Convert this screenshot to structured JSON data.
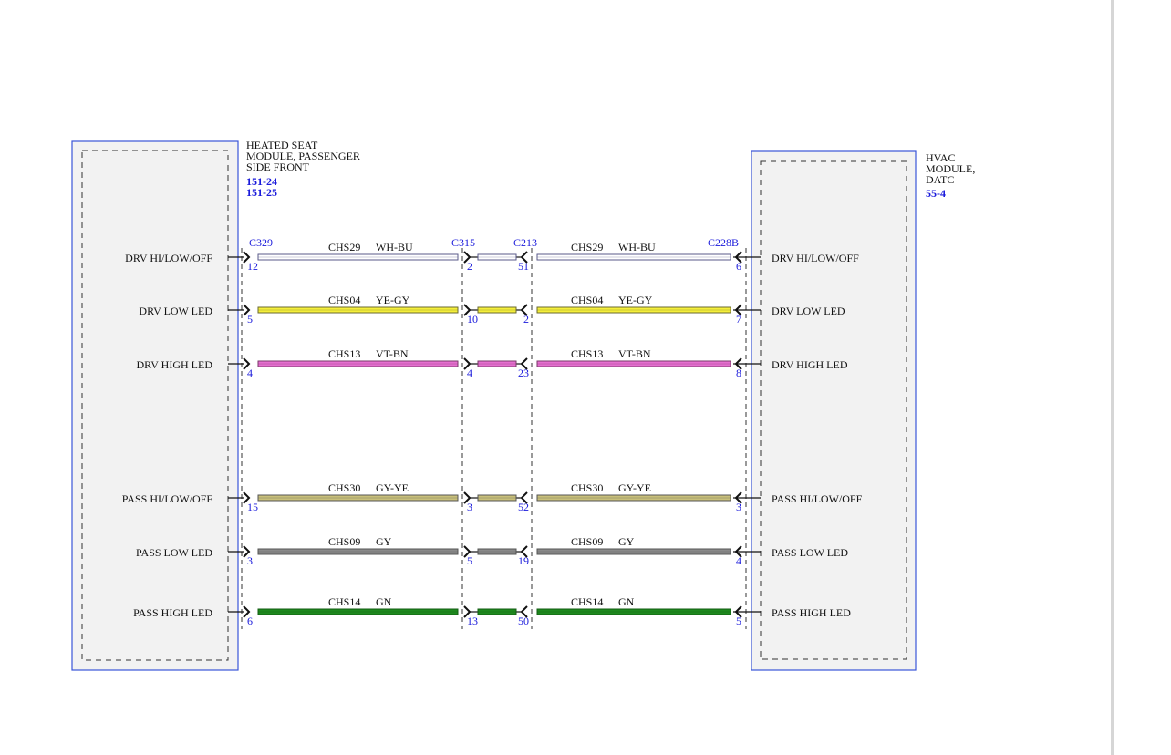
{
  "left_module": {
    "title_lines": [
      "HEATED SEAT",
      "MODULE, PASSENGER",
      "SIDE FRONT"
    ],
    "refs": [
      "151-24",
      "151-25"
    ]
  },
  "right_module": {
    "title_lines": [
      "HVAC",
      "MODULE,",
      "DATC"
    ],
    "refs": [
      "55-4"
    ]
  },
  "connectors": {
    "left": "C329",
    "mid_left": "C315",
    "mid_right": "C213",
    "right": "C228B"
  },
  "colors": {
    "module_border": "#3a55d8",
    "module_fill": "#f2f2f2",
    "link_text": "#1a1adb"
  },
  "wires": [
    {
      "left_label": "DRV HI/LOW/OFF",
      "right_label": "DRV HI/LOW/OFF",
      "circuit": "CHS29",
      "color_code": "WH-BU",
      "pin_left": "12",
      "pin_ml": "2",
      "pin_mr": "51",
      "pin_right": "6",
      "fill": "#ffffff",
      "stroke": "#5a5a8a"
    },
    {
      "left_label": "DRV LOW LED",
      "right_label": "DRV LOW LED",
      "circuit": "CHS04",
      "color_code": "YE-GY",
      "pin_left": "5",
      "pin_ml": "10",
      "pin_mr": "2",
      "pin_right": "7",
      "fill": "#f5ef3a",
      "stroke": "#6a6a30"
    },
    {
      "left_label": "DRV HIGH LED",
      "right_label": "DRV HIGH LED",
      "circuit": "CHS13",
      "color_code": "VT-BN",
      "pin_left": "4",
      "pin_ml": "4",
      "pin_mr": "23",
      "pin_right": "8",
      "fill": "#e66fd0",
      "stroke": "#7a3a6a"
    },
    {
      "left_label": "PASS HI/LOW/OFF",
      "right_label": "PASS HI/LOW/OFF",
      "circuit": "CHS30",
      "color_code": "GY-YE",
      "pin_left": "15",
      "pin_ml": "3",
      "pin_mr": "52",
      "pin_right": "3",
      "fill": "#c9c07a",
      "stroke": "#555555"
    },
    {
      "left_label": "PASS LOW LED",
      "right_label": "PASS LOW LED",
      "circuit": "CHS09",
      "color_code": "GY",
      "pin_left": "3",
      "pin_ml": "5",
      "pin_mr": "19",
      "pin_right": "4",
      "fill": "#8a8a8a",
      "stroke": "#555555"
    },
    {
      "left_label": "PASS HIGH LED",
      "right_label": "PASS HIGH LED",
      "circuit": "CHS14",
      "color_code": "GN",
      "pin_left": "6",
      "pin_ml": "13",
      "pin_mr": "50",
      "pin_right": "5",
      "fill": "#1e8a1e",
      "stroke": "#135c13"
    }
  ]
}
